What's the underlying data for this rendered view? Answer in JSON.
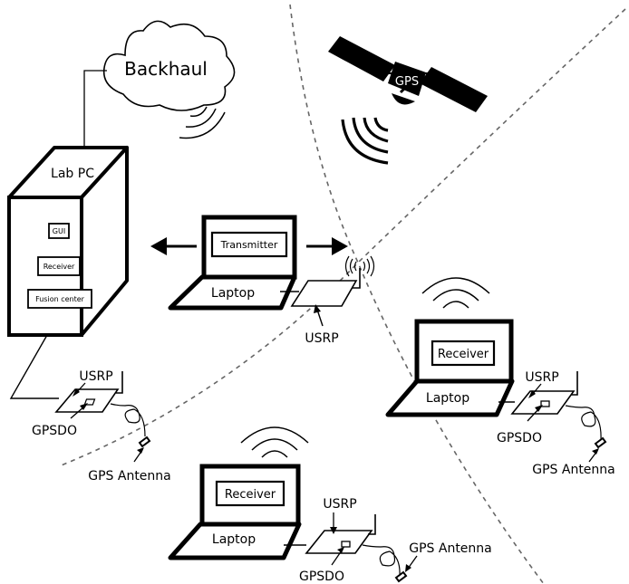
{
  "cloud_label": "Backhaul",
  "satellite_label": "GPS",
  "lab_pc": {
    "title": "Lab PC",
    "modules": [
      "GUI",
      "Receiver",
      "Fusion center"
    ]
  },
  "transmitter_node": {
    "screen_label": "Transmitter",
    "laptop_label": "Laptop",
    "usrp_label": "USRP"
  },
  "lab_station": {
    "usrp_label": "USRP",
    "gpsdo_label": "GPSDO",
    "antenna_label": "GPS Antenna"
  },
  "right_receiver": {
    "screen_label": "Receiver",
    "laptop_label": "Laptop",
    "usrp_label": "USRP",
    "gpsdo_label": "GPSDO",
    "antenna_label": "GPS Antenna"
  },
  "bottom_receiver": {
    "screen_label": "Receiver",
    "laptop_label": "Laptop",
    "usrp_label": "USRP",
    "gpsdo_label": "GPSDO",
    "antenna_label": "GPS Antenna"
  }
}
